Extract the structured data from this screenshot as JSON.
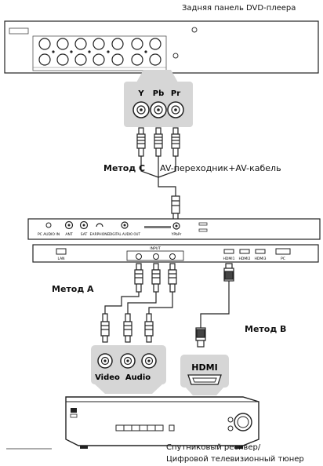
{
  "title": "Задняя панель DVD-плеера",
  "method_c": {
    "label": "Метод C",
    "desc": "AV-переходник+AV-кабель"
  },
  "method_a": {
    "label": "Метод A"
  },
  "method_b": {
    "label": "Метод B"
  },
  "ypbpr_ports": [
    "Y",
    "Pb",
    "Pr"
  ],
  "receiver_ports": {
    "video": "Video",
    "audio": "Audio",
    "hdmi": "HDMI"
  },
  "tv_side_panel": [
    "PC AUDIO IN",
    "ANT",
    "SAT",
    "EARPHONE",
    "DIGITAL AUDIO OUT",
    "YPbPr"
  ],
  "tv_bottom_panel": {
    "lan": "LAN",
    "input": "INPUT",
    "hdmi1": "HDMI1",
    "hdmi2": "HDMI2",
    "hdmi3": "HDMI3",
    "pc": "PC"
  },
  "receiver_label": [
    "Спутниковый ресивер/",
    "Цифровой телевизионный тюнер"
  ]
}
